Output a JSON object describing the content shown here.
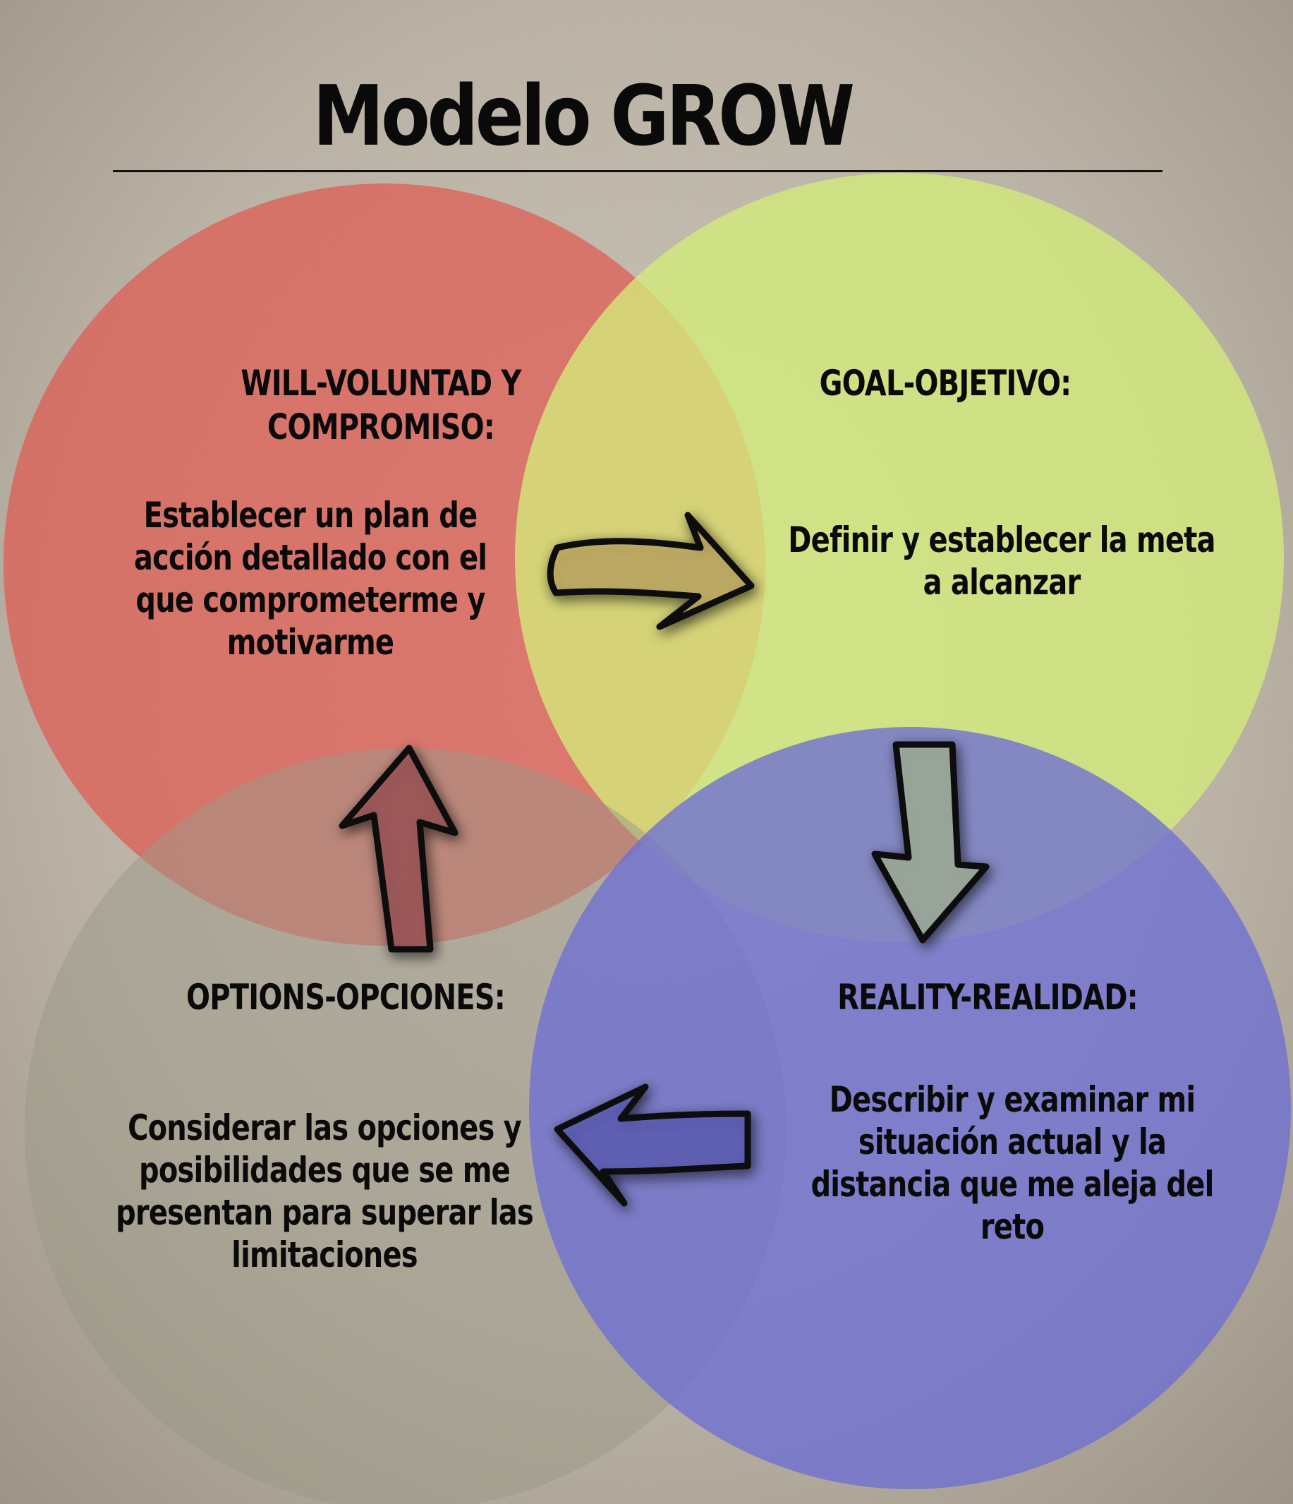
{
  "title": "Modelo GROW",
  "colors": {
    "background": "#bdb5a7",
    "will_circle": "#e05a52",
    "goal_circle": "#d4ec7a",
    "reality_circle": "#6d6ed4",
    "options_circle": "#9c9788",
    "text": "#0a0a0a"
  },
  "sections": {
    "will": {
      "heading_lines": [
        "WILL-VOLUNTAD Y",
        "COMPROMISO:"
      ],
      "body_lines": [
        "Establecer un plan de",
        "acción detallado con el",
        "que comprometerme y",
        "motivarme"
      ]
    },
    "goal": {
      "heading_lines": [
        "GOAL-OBJETIVO:"
      ],
      "body_lines": [
        "Definir y establecer la meta",
        "a alcanzar"
      ]
    },
    "options": {
      "heading_lines": [
        "OPTIONS-OPCIONES:"
      ],
      "body_lines": [
        "Considerar las opciones y",
        "posibilidades que se me",
        "presentan para superar las",
        "limitaciones"
      ]
    },
    "reality": {
      "heading_lines": [
        "REALITY-REALIDAD:"
      ],
      "body_lines": [
        "Describir y examinar mi",
        "situación actual y la",
        "distancia que me aleja del",
        "reto"
      ]
    }
  },
  "arrows": [
    {
      "from": "will",
      "to": "goal",
      "direction": "right"
    },
    {
      "from": "goal",
      "to": "reality",
      "direction": "down"
    },
    {
      "from": "reality",
      "to": "options",
      "direction": "left"
    },
    {
      "from": "options",
      "to": "will",
      "direction": "up"
    }
  ]
}
